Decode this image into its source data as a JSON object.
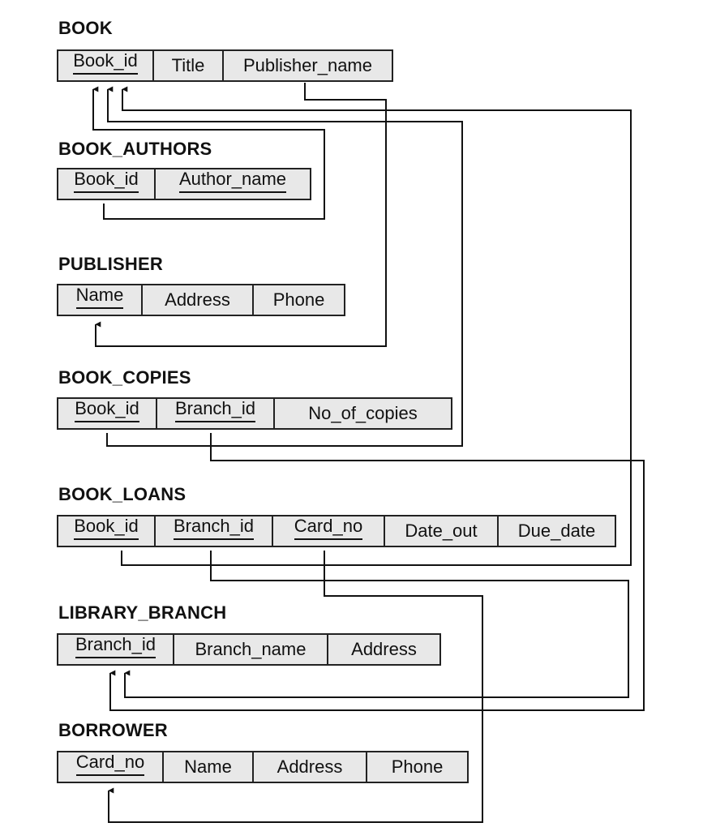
{
  "tables": {
    "book": {
      "title": "BOOK",
      "cols": [
        "Book_id",
        "Title",
        "Publisher_name"
      ]
    },
    "book_authors": {
      "title": "BOOK_AUTHORS",
      "cols": [
        "Book_id",
        "Author_name"
      ]
    },
    "publisher": {
      "title": "PUBLISHER",
      "cols": [
        "Name",
        "Address",
        "Phone"
      ]
    },
    "book_copies": {
      "title": "BOOK_COPIES",
      "cols": [
        "Book_id",
        "Branch_id",
        "No_of_copies"
      ]
    },
    "book_loans": {
      "title": "BOOK_LOANS",
      "cols": [
        "Book_id",
        "Branch_id",
        "Card_no",
        "Date_out",
        "Due_date"
      ]
    },
    "library_branch": {
      "title": "LIBRARY_BRANCH",
      "cols": [
        "Branch_id",
        "Branch_name",
        "Address"
      ]
    },
    "borrower": {
      "title": "BORROWER",
      "cols": [
        "Card_no",
        "Name",
        "Address",
        "Phone"
      ]
    }
  },
  "foreign_keys": [
    {
      "from": "BOOK.Publisher_name",
      "to": "PUBLISHER.Name"
    },
    {
      "from": "BOOK_AUTHORS.Book_id",
      "to": "BOOK.Book_id"
    },
    {
      "from": "BOOK_COPIES.Book_id",
      "to": "BOOK.Book_id"
    },
    {
      "from": "BOOK_LOANS.Book_id",
      "to": "BOOK.Book_id"
    },
    {
      "from": "BOOK_COPIES.Branch_id",
      "to": "LIBRARY_BRANCH.Branch_id"
    },
    {
      "from": "BOOK_LOANS.Branch_id",
      "to": "LIBRARY_BRANCH.Branch_id"
    },
    {
      "from": "BOOK_LOANS.Card_no",
      "to": "BORROWER.Card_no"
    }
  ]
}
